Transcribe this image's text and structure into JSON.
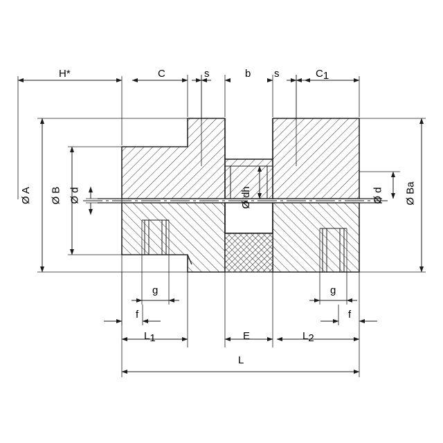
{
  "diagram": {
    "title": "Jaw coupling technical cross-section drawing",
    "line_color": "#1a1a1a",
    "background": "#ffffff",
    "hatch_color": "#1a1a1a",
    "labels": {
      "h_star": "H*",
      "c": "C",
      "s1": "s",
      "b": "b",
      "s2": "s",
      "c1_main": "C",
      "c1_sub": "1",
      "dia_a": "Ø A",
      "dia_b": "Ø B",
      "dia_d_left": "Ø d",
      "dia_dh": "Ø dh",
      "dia_d_right": "Ø d",
      "dia_ba": "Ø Ba",
      "g_left": "g",
      "g_right": "g",
      "f_left": "f",
      "f_right": "f",
      "l1_main": "L",
      "l1_sub": "1",
      "e": "E",
      "l2_main": "L",
      "l2_sub": "2",
      "l_total": "L"
    }
  }
}
